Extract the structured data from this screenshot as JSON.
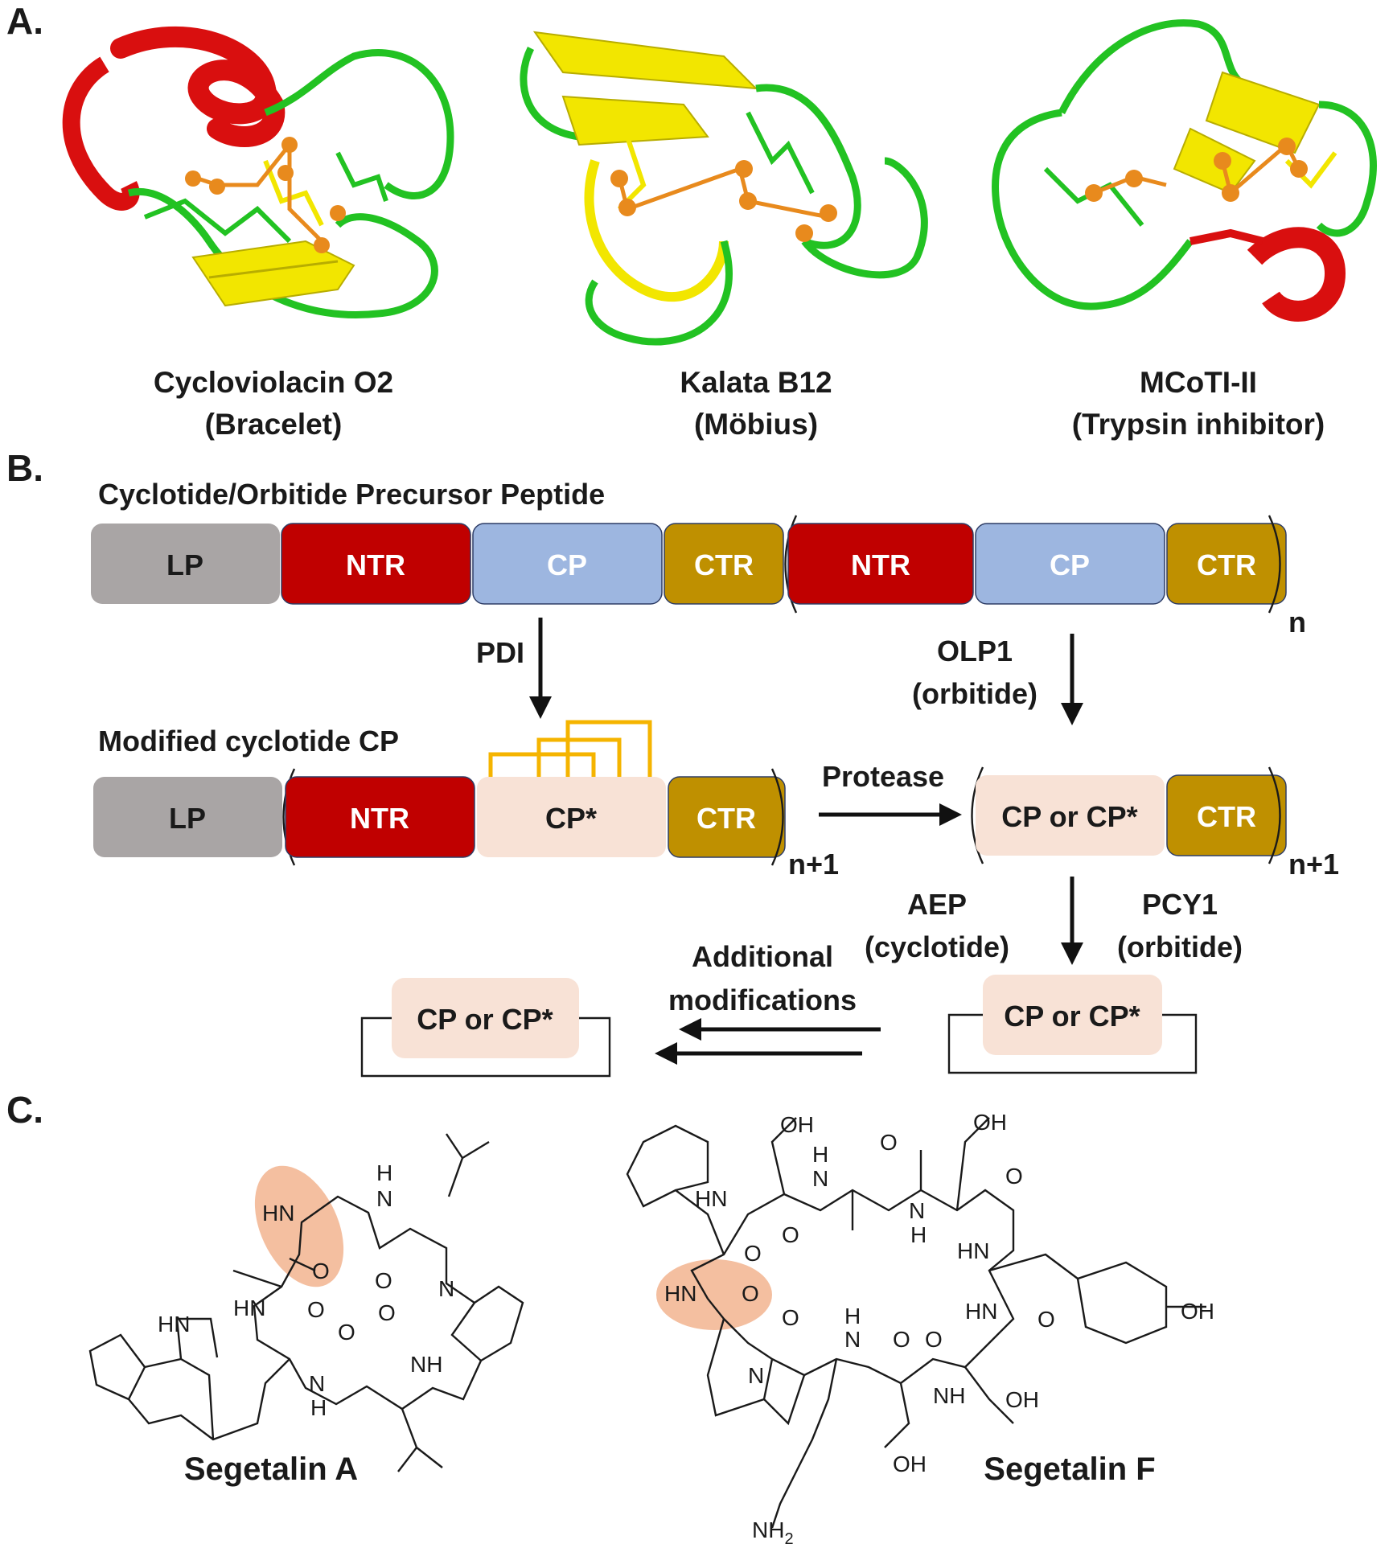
{
  "panels": {
    "a": {
      "letter": "A."
    },
    "b": {
      "letter": "B."
    },
    "c": {
      "letter": "C."
    }
  },
  "panel_a": {
    "structures": [
      {
        "name": "Cycloviolacin  O2",
        "type": "(Bracelet)"
      },
      {
        "name": "Kalata B12",
        "type": "(Möbius)"
      },
      {
        "name": "MCoTI-II",
        "type": "(Trypsin inhibitor)"
      }
    ],
    "colors": {
      "helix": "#d90f0f",
      "sheet": "#f2e600",
      "loop": "#22c222",
      "disulfide": "#e88a1d"
    }
  },
  "panel_b": {
    "title": "Cyclotide/Orbitide Precursor Peptide",
    "precursor_domains": [
      "LP",
      "NTR",
      "CP",
      "CTR",
      "NTR",
      "CP",
      "CTR"
    ],
    "repeat_n": "n",
    "pdi_label": "PDI",
    "olp1_label": [
      "OLP1",
      "(orbitide)"
    ],
    "modified_title": "Modified cyclotide CP",
    "modified_domains": [
      "LP",
      "NTR",
      "CP*",
      "CTR"
    ],
    "repeat_n1": "n+1",
    "protease_label": "Protease",
    "cleaved_domains": [
      "CP or CP*",
      "CTR"
    ],
    "repeat_n1_right": "n+1",
    "aep_label": [
      "AEP",
      "(cyclotide)"
    ],
    "pcy1_label": [
      "PCY1",
      "(orbitide)"
    ],
    "cyclic_product": "CP or CP*",
    "additional_label": [
      "Additional",
      "modifications"
    ],
    "final_product": "CP or CP*",
    "colors": {
      "lp": "#a9a5a5",
      "ntr": "#c00000",
      "cp": "#9db6e0",
      "ctr": "#bf9000",
      "cp_mod": "#f8e2d6",
      "disulfide": "#f5b400"
    }
  },
  "panel_c": {
    "compounds": [
      {
        "name": "Segetalin A"
      },
      {
        "name": "Segetalin F"
      }
    ],
    "highlight_color": "#f2b48f",
    "atom_labels": {
      "oh": "OH",
      "hn": "HN",
      "nh": "NH",
      "n": "N",
      "h": "H",
      "o": "O",
      "nh2": "NH",
      "sub2": "2"
    }
  }
}
